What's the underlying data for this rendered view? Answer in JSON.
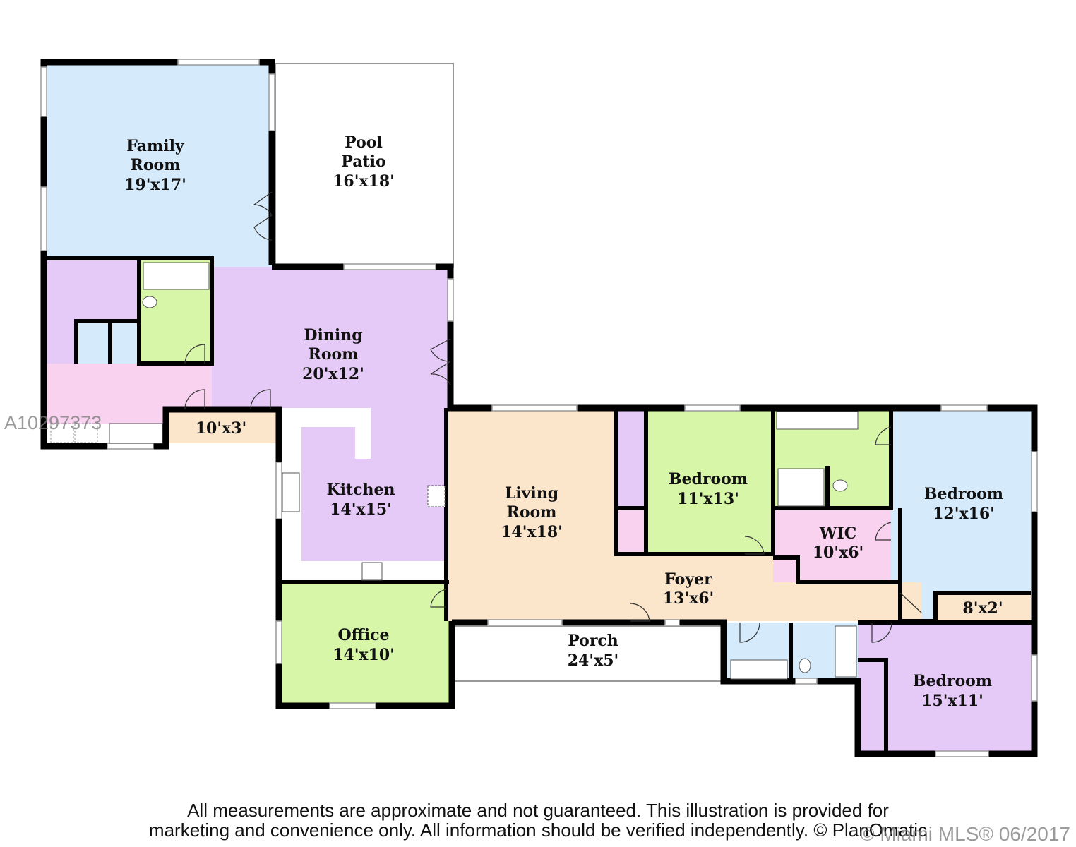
{
  "rooms": {
    "family_room": {
      "name1": "Family",
      "name2": "Room",
      "size": "19'x17'"
    },
    "pool_patio": {
      "name1": "Pool",
      "name2": "Patio",
      "size": "16'x18'"
    },
    "dining_room": {
      "name1": "Dining",
      "name2": "Room",
      "size": "20'x12'"
    },
    "storage": {
      "size": "10'x3'"
    },
    "kitchen": {
      "name": "Kitchen",
      "size": "14'x15'"
    },
    "living_room": {
      "name1": "Living",
      "name2": "Room",
      "size": "14'x18'"
    },
    "bedroom_a": {
      "name": "Bedroom",
      "size": "11'x13'"
    },
    "bedroom_b": {
      "name": "Bedroom",
      "size": "12'x16'"
    },
    "wic": {
      "name": "WIC",
      "size": "10'x6'"
    },
    "foyer": {
      "name": "Foyer",
      "size": "13'x6'"
    },
    "closet": {
      "size": "8'x2'"
    },
    "office": {
      "name": "Office",
      "size": "14'x10'"
    },
    "porch": {
      "name": "Porch",
      "size": "24'x5'"
    },
    "bedroom_c": {
      "name": "Bedroom",
      "size": "15'x11'"
    }
  },
  "disclaimer": {
    "line1": "All measurements are approximate and not guaranteed. This illustration is provided for",
    "line2": "marketing and convenience only. All information should be verified independently. © PlanOmatic"
  },
  "watermarks": {
    "listing_id": "A10297373",
    "mls": "© Miami MLS® 06/2017"
  },
  "colors": {
    "blue": "#d5eafb",
    "purple": "#e5c9f7",
    "green": "#d8f6a8",
    "peach": "#fbe5cb",
    "pink": "#f8d2ee"
  }
}
